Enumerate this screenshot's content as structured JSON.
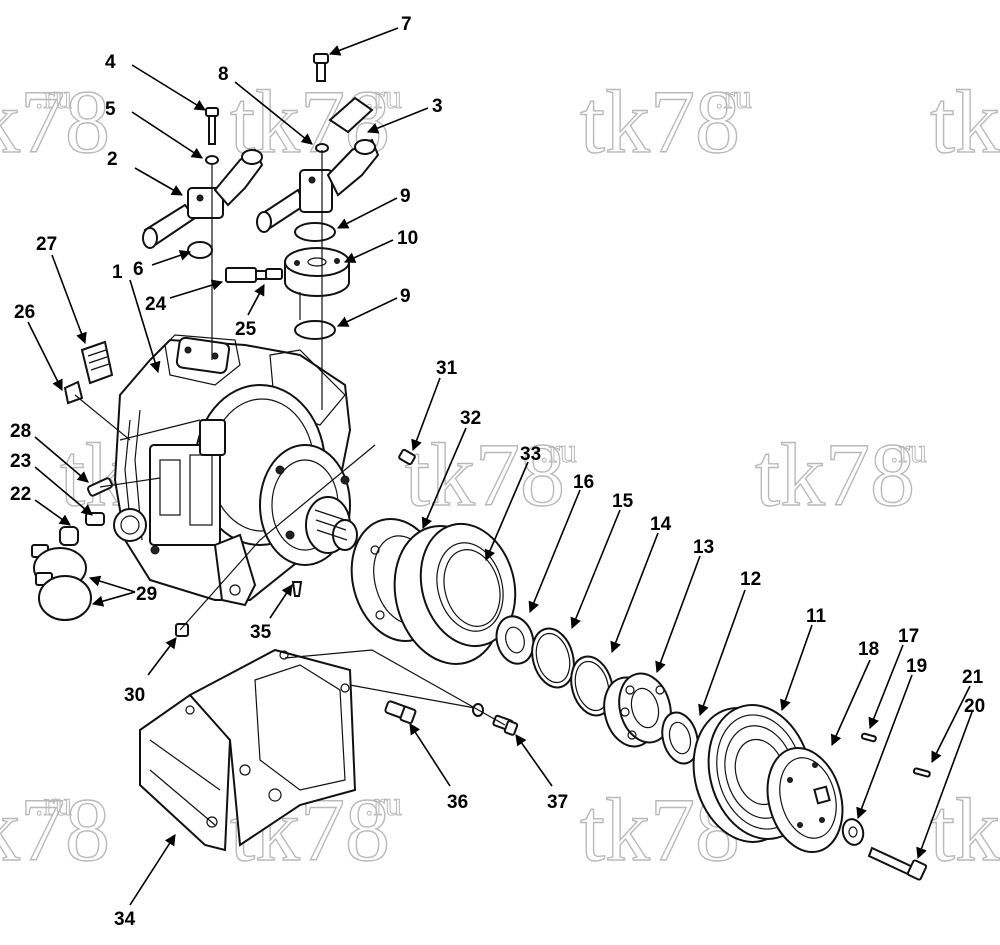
{
  "watermark": {
    "text": "tk78",
    "suffix": ".ru"
  },
  "callouts": [
    "1",
    "2",
    "3",
    "4",
    "5",
    "6",
    "7",
    "8",
    "9",
    "9",
    "10",
    "11",
    "12",
    "13",
    "14",
    "15",
    "16",
    "17",
    "18",
    "19",
    "20",
    "21",
    "22",
    "23",
    "24",
    "25",
    "26",
    "27",
    "28",
    "29",
    "30",
    "31",
    "32",
    "33",
    "34",
    "35",
    "36",
    "37"
  ]
}
